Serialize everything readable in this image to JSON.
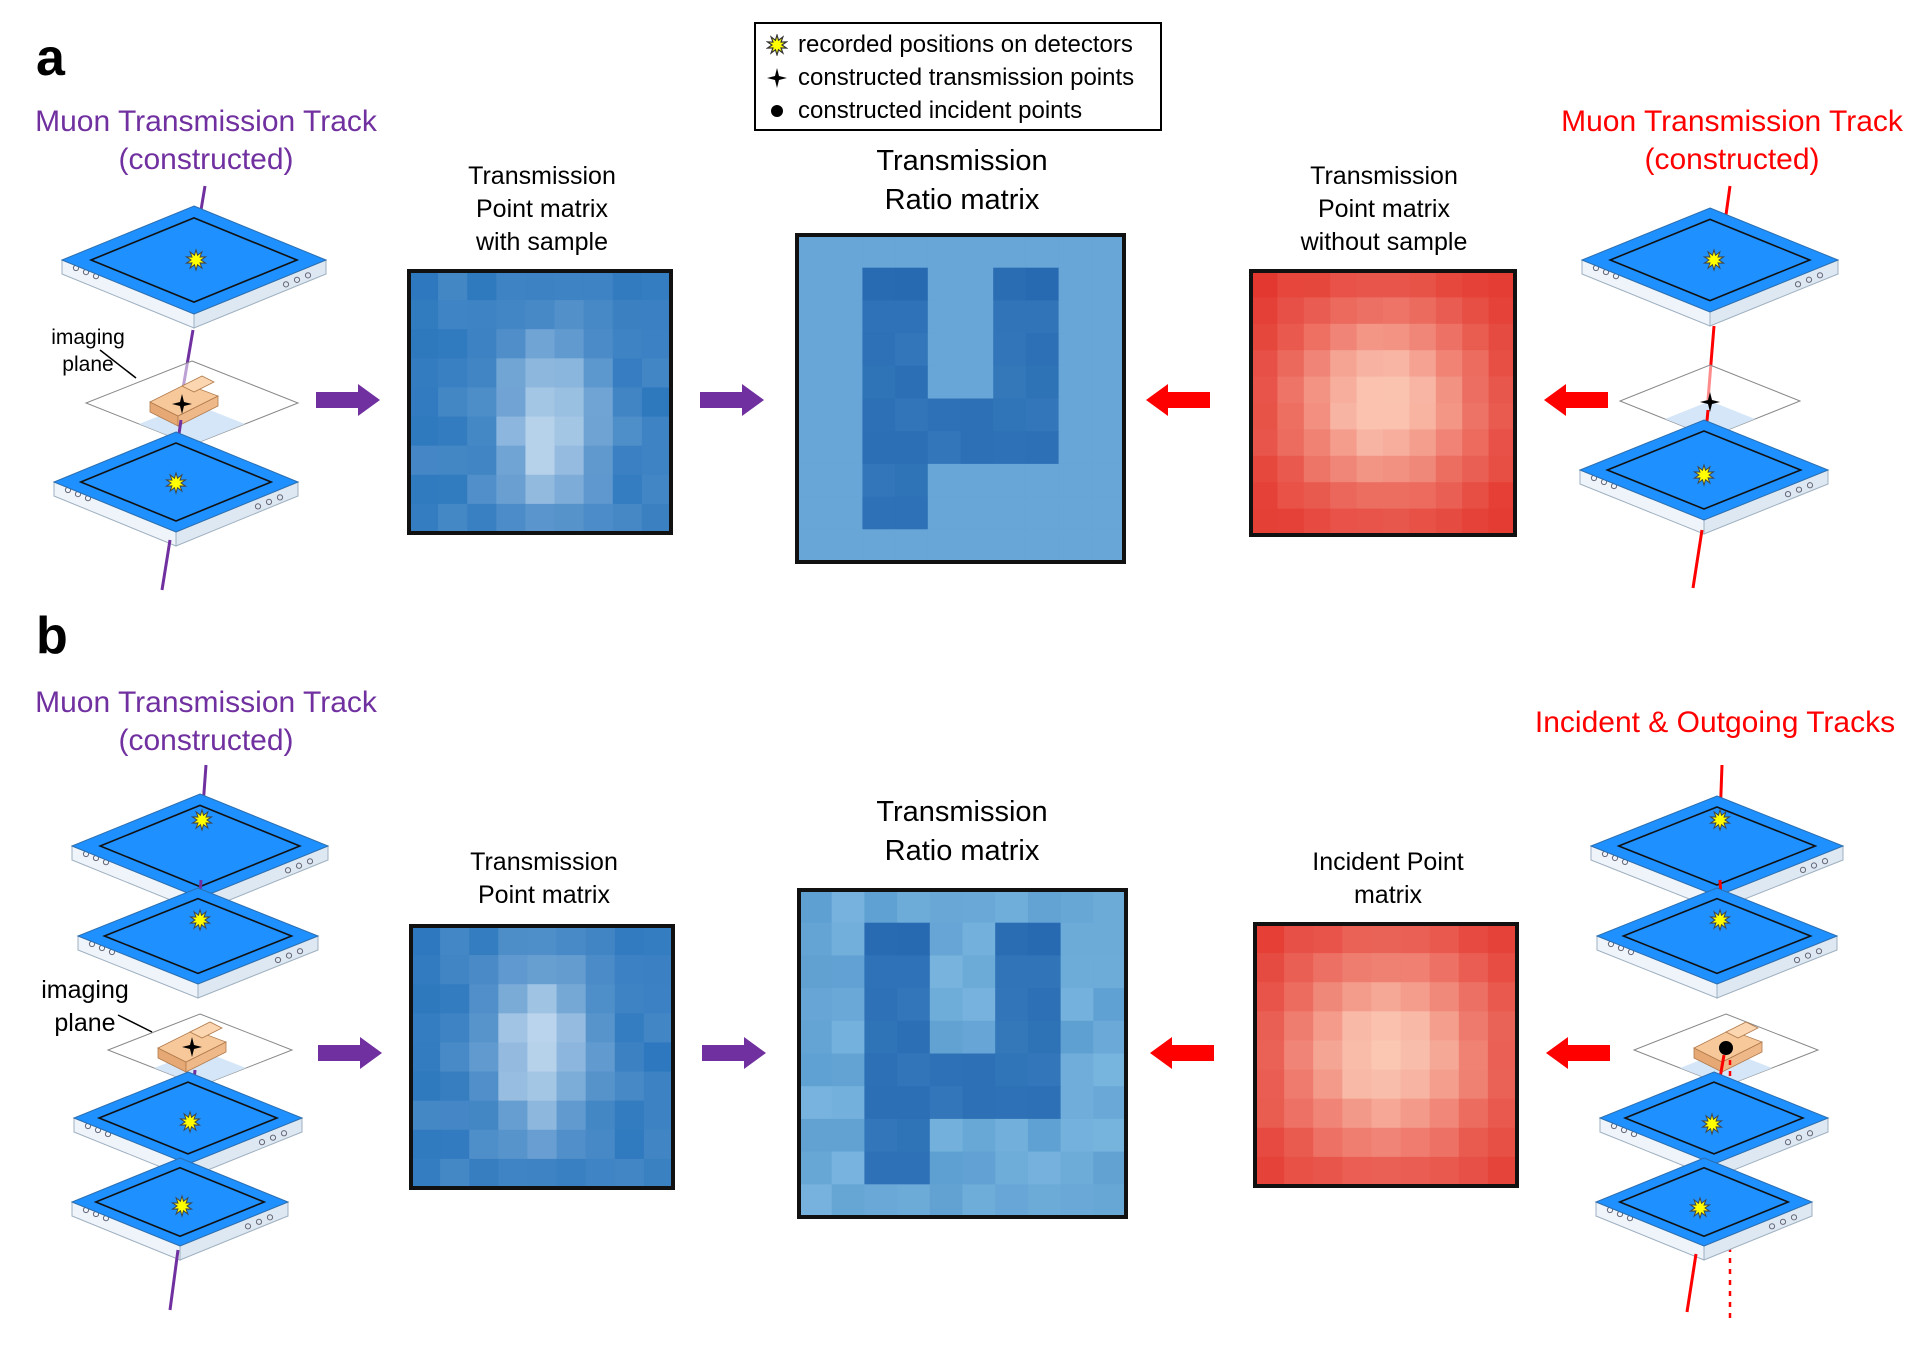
{
  "legend": {
    "recorded": "recorded positions on detectors",
    "transmission": "constructed transmission points",
    "incident": "constructed incident points"
  },
  "panel_a": {
    "letter": "a",
    "left_track_title_1": "Muon Transmission Track",
    "left_track_title_2": "(constructed)",
    "right_track_title_1": "Muon Transmission Track",
    "right_track_title_2": "(constructed)",
    "imaging_label_1": "imaging",
    "imaging_label_2": "plane",
    "matrix_with_sample": [
      "Transmission",
      "Point matrix",
      "with sample"
    ],
    "ratio_matrix": [
      "Transmission",
      "Ratio matrix"
    ],
    "matrix_without_sample": [
      "Transmission",
      "Point matrix",
      "without sample"
    ]
  },
  "panel_b": {
    "letter": "b",
    "left_track_title_1": "Muon Transmission Track",
    "left_track_title_2": "(constructed)",
    "right_track_title": "Incident & Outgoing Tracks",
    "imaging_label_1": "imaging",
    "imaging_label_2": "plane",
    "transmission_matrix": [
      "Transmission",
      "Point matrix"
    ],
    "ratio_matrix": [
      "Transmission",
      "Ratio matrix"
    ],
    "incident_matrix": [
      "Incident Point",
      "matrix"
    ]
  },
  "colors": {
    "purple": "#7030a0",
    "red": "#ff0000",
    "detector_blue": "#1e90ff",
    "sample_orange": "#f6c89a"
  }
}
